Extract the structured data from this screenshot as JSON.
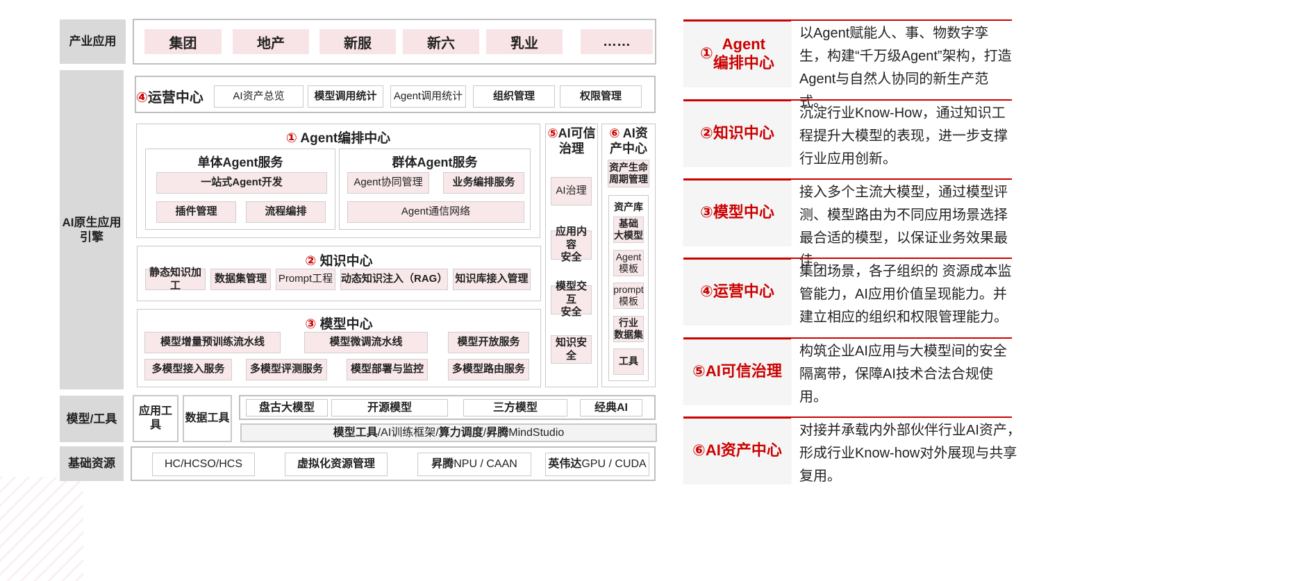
{
  "left": {
    "labels": {
      "industry": "产业应用",
      "engine": "AI原生应用\n引擎",
      "model_tools": "模型/工具",
      "infra": "基础资源"
    },
    "industry_apps": [
      "集团",
      "地产",
      "新服",
      "新六",
      "乳业",
      "……"
    ],
    "ops": {
      "num": "④",
      "title": "运营中心",
      "items": [
        "AI资产总览",
        "模型调用统计",
        "Agent调用统计",
        "组织管理",
        "权限管理"
      ]
    },
    "agent": {
      "num": "①",
      "title": "Agent编排中心",
      "single": {
        "title": "单体Agent服务",
        "items": [
          "一站式Agent开发",
          "插件管理",
          "流程编排"
        ]
      },
      "group": {
        "title": "群体Agent服务",
        "items": [
          "Agent协同管理",
          "业务编排服务",
          "Agent通信网络"
        ]
      }
    },
    "knowledge": {
      "num": "②",
      "title": "知识中心",
      "items": [
        "静态知识加工",
        "数据集管理",
        "Prompt工程",
        "动态知识注入（RAG）",
        "知识库接入管理"
      ]
    },
    "model": {
      "num": "③",
      "title": "模型中心",
      "items": [
        "模型增量预训练流水线",
        "模型微调流水线",
        "模型开放服务",
        "多模型接入服务",
        "多模型评测服务",
        "模型部署与监控",
        "多模型路由服务"
      ]
    },
    "trust": {
      "num": "⑤",
      "title": "AI可信\n治理",
      "items": [
        "AI治理",
        "应用内容\n安全",
        "模型交互\n安全",
        "知识安全"
      ]
    },
    "asset": {
      "num": "⑥",
      "title": "AI资\n产中心",
      "lifecycle": "资产生命\n周期管理",
      "lib_title": "资产库",
      "items": [
        "基础\n大模型",
        "Agent\n模板",
        "prompt\n模板",
        "行业\n数据集",
        "工具"
      ]
    },
    "tools": {
      "app_tool": "应用工具",
      "data_tool": "数据工具",
      "models": [
        "盘古大模型",
        "开源模型",
        "三方模型",
        "经典AI"
      ],
      "bar": [
        "模型工具",
        " / ",
        "AI训练框架",
        " / ",
        "算力调度",
        " / ",
        "昇腾",
        "MindStudio"
      ]
    },
    "infra_items": [
      [
        "",
        "HC/HCSO/HCS"
      ],
      [
        "虚拟化资源管理",
        ""
      ],
      [
        "昇腾",
        "NPU / CAAN"
      ],
      [
        "英伟达",
        "GPU / CUDA"
      ]
    ]
  },
  "right": {
    "cards": [
      {
        "num": "①",
        "title": "Agent\n编排中心",
        "desc": "以Agent赋能人、事、物数字孪生，构建“千万级Agent”架构，打造Agent与自然人协同的新生产范式。"
      },
      {
        "num": "②",
        "title": "知识中心",
        "desc": "沉淀行业Know-How，通过知识工程提升大模型的表现，进一步支撑行业应用创新。"
      },
      {
        "num": "③",
        "title": "模型中心",
        "desc": "接入多个主流大模型，通过模型评测、模型路由为不同应用场景选择最合适的模型，以保证业务效果最佳。"
      },
      {
        "num": "④",
        "title": "运营中心",
        "desc": "集团场景，各子组织的 资源成本监管能力，AI应用价值呈现能力。并建立相应的组织和权限管理能力。"
      },
      {
        "num": "⑤",
        "title": "AI可信治理",
        "desc": "构筑企业AI应用与大模型间的安全隔离带，保障AI技术合法合规使用。"
      },
      {
        "num": "⑥",
        "title": "AI资产中心",
        "desc": "对接并承载内外部伙伴行业AI资产，形成行业Know-how对外展现与共享复用。"
      }
    ]
  },
  "colors": {
    "accent": "#cc0000",
    "side_gray": "#d9d9d9",
    "pink": "#f8e4e6"
  }
}
